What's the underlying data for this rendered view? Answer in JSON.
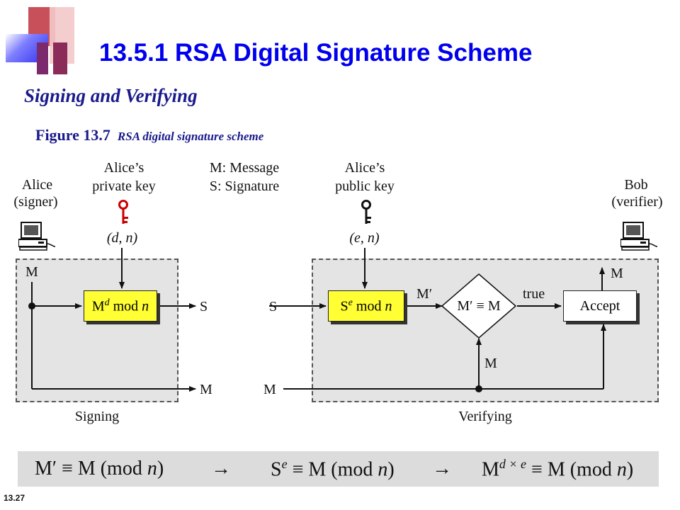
{
  "title": "13.5.1   RSA Digital Signature Scheme",
  "subtitle": "Signing and Verifying",
  "figure": {
    "number": "Figure 13.7",
    "caption": "RSA digital signature scheme"
  },
  "alice": {
    "name": "Alice",
    "role": "(signer)"
  },
  "bob": {
    "name": "Bob",
    "role": "(verifier)"
  },
  "private_key": {
    "line1": "Alice’s",
    "line2": "private key",
    "value": "(d, n)"
  },
  "public_key": {
    "line1": "Alice’s",
    "line2": "public key",
    "value": "(e, n)"
  },
  "legend": {
    "line1": "M: Message",
    "line2": "S: Signature"
  },
  "signing": {
    "panel_label": "Signing",
    "input": "M",
    "box": "Md mod n",
    "output_s": "S",
    "output_m": "M"
  },
  "verifying": {
    "panel_label": "Verifying",
    "input_s": "S",
    "input_m": "M",
    "box": "Se mod n",
    "m_prime": "M′",
    "compare": "M′ ≡ M",
    "true_label": "true",
    "accept": "Accept",
    "output_m": "M",
    "m_up": "M"
  },
  "formula": {
    "part1": "M′ ≡ M (mod n)",
    "arrow1": "→",
    "part2": "Se ≡ M (mod n)",
    "arrow2": "→",
    "part3": "Md × e ≡ M (mod n)"
  },
  "slide_number": "13.27",
  "colors": {
    "title": "#0000ee",
    "subtitle": "#1a1a8c",
    "key_private": "#cc0000",
    "box_fill": "#ffff33",
    "panel": "#e4e4e4"
  },
  "icons": [
    "computer-icon",
    "private-key-icon",
    "public-key-icon"
  ]
}
